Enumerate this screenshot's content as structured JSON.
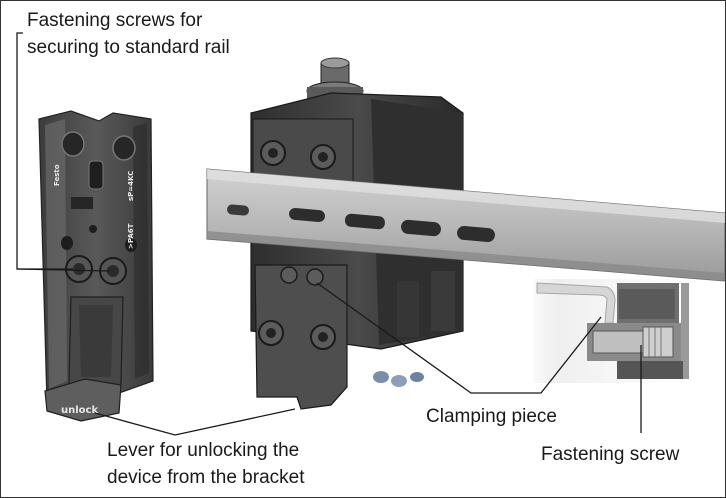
{
  "labels": {
    "fastening_screws_rail_line1": "Fastening screws for",
    "fastening_screws_rail_line2": "securing to standard rail",
    "lever_line1": "Lever for unlocking the",
    "lever_line2": "device from the bracket",
    "clamping_piece": "Clamping piece",
    "fastening_screw": "Fastening screw"
  },
  "part_markings": {
    "bracket_logo": "Festo",
    "bracket_unlock": "unlock",
    "bracket_mark_1": "sP=4KC",
    "bracket_mark_2": ">PA6T"
  },
  "colors": {
    "text": "#1a1a1a",
    "part_dark": "#3a3a3a",
    "part_mid": "#5a5a5a",
    "rail": "#b5b5b5",
    "rail_hole": "#2d2d2d"
  }
}
